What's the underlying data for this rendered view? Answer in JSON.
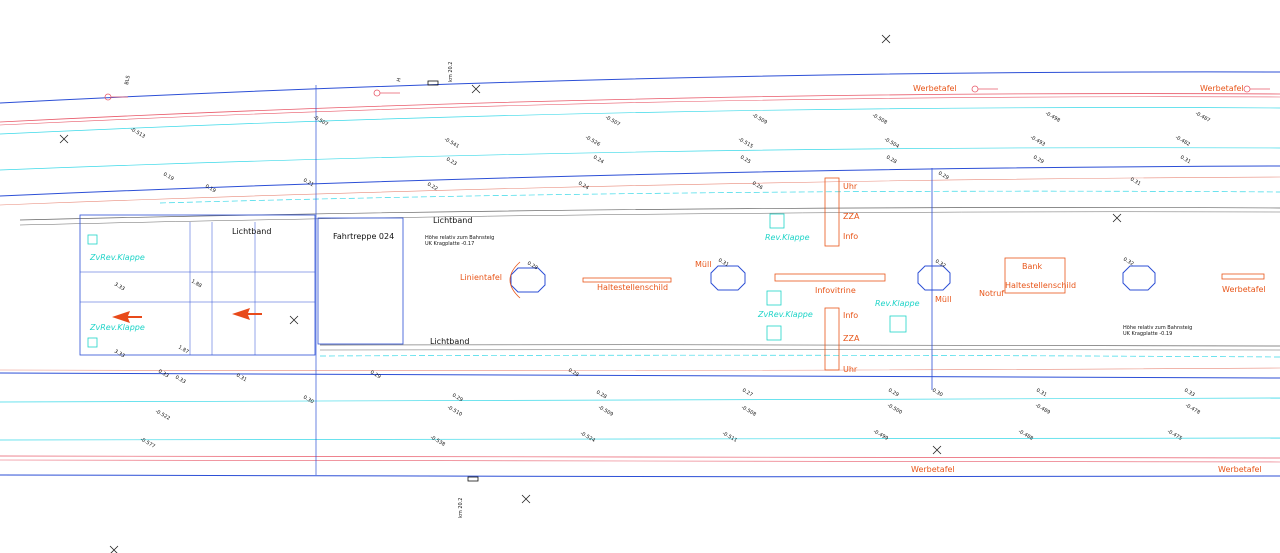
{
  "labels": {
    "werbetafel": "Werbetafel",
    "lichtband": "Lichtband",
    "fahrtreppe": "Fahrtreppe 024",
    "hoehe_top_1": "Höhe relativ zum Bahnsteig",
    "hoehe_top_2": "UK Kragplatte -0.17",
    "hoehe_right_1": "Höhe relativ zum Bahnsteig",
    "hoehe_right_2": "UK Kragplatte -0.19",
    "linientafel": "Linientafel",
    "haltestellenschild": "Haltestellenschild",
    "muell": "Müll",
    "infovitrine": "Infovitrine",
    "uhr": "Uhr",
    "zza": "ZZA",
    "info": "Info",
    "bank": "Bank",
    "notruf": "Notruf",
    "zvrev_klappe": "ZvRev.Klappe",
    "rev_klappe": "Rev.Klappe",
    "km": "km 20.2",
    "bls": "BLS",
    "h": "H"
  },
  "levels_top": [
    "-0.513",
    "-0.507",
    "-0.541",
    "-0.526",
    "-0.507",
    "-0.509",
    "-0.515",
    "-0.508",
    "-0.504",
    "-0.498",
    "-0.493",
    "-0.487",
    "-0.482"
  ],
  "levels_bottom": [
    "-0.522",
    "-0.577",
    "-0.510",
    "-0.538",
    "-0.509",
    "-0.524",
    "-0.508",
    "-0.511",
    "-0.500",
    "-0.499",
    "-0.489",
    "-0.488",
    "-0.478",
    "-0.475"
  ],
  "heights_upper": [
    "0.19",
    "0.19",
    "0.23",
    "0.22",
    "0.24",
    "0.24",
    "0.25",
    "0.26",
    "0.28",
    "0.29",
    "0.29",
    "0.31",
    "0.31"
  ],
  "heights_lower": [
    "0.33",
    "0.31",
    "0.29",
    "0.29",
    "0.28",
    "0.28",
    "0.27",
    "0.29",
    "0.30",
    "0.31",
    "0.33"
  ],
  "misc_numbers": [
    "3.33",
    "1.88",
    "1.87",
    "3.33",
    "0.28",
    "0.31",
    "0.32",
    "0.32",
    "0.33",
    "0.30",
    "0.21"
  ]
}
